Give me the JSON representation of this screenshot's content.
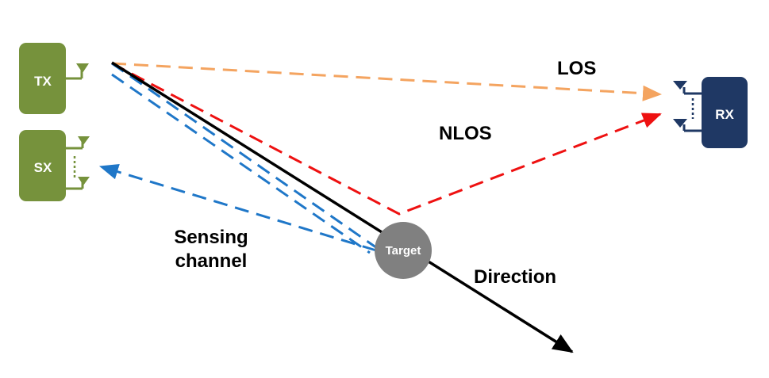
{
  "nodes": {
    "tx": {
      "label": "TX",
      "color": "#76923C"
    },
    "sx": {
      "label": "SX",
      "color": "#76923C"
    },
    "rx": {
      "label": "RX",
      "color": "#1F3864"
    },
    "target": {
      "label": "Target",
      "color": "#808080"
    }
  },
  "paths": {
    "los": {
      "label": "LOS",
      "color": "#F4A460",
      "style": "dashed"
    },
    "nlos": {
      "label": "NLOS",
      "color": "#EE1111",
      "style": "dashed"
    },
    "sensing": {
      "label_line1": "Sensing",
      "label_line2": "channel",
      "color": "#1F77C8",
      "style": "dashed"
    },
    "direction": {
      "label": "Direction",
      "color": "#000000",
      "style": "solid"
    }
  }
}
